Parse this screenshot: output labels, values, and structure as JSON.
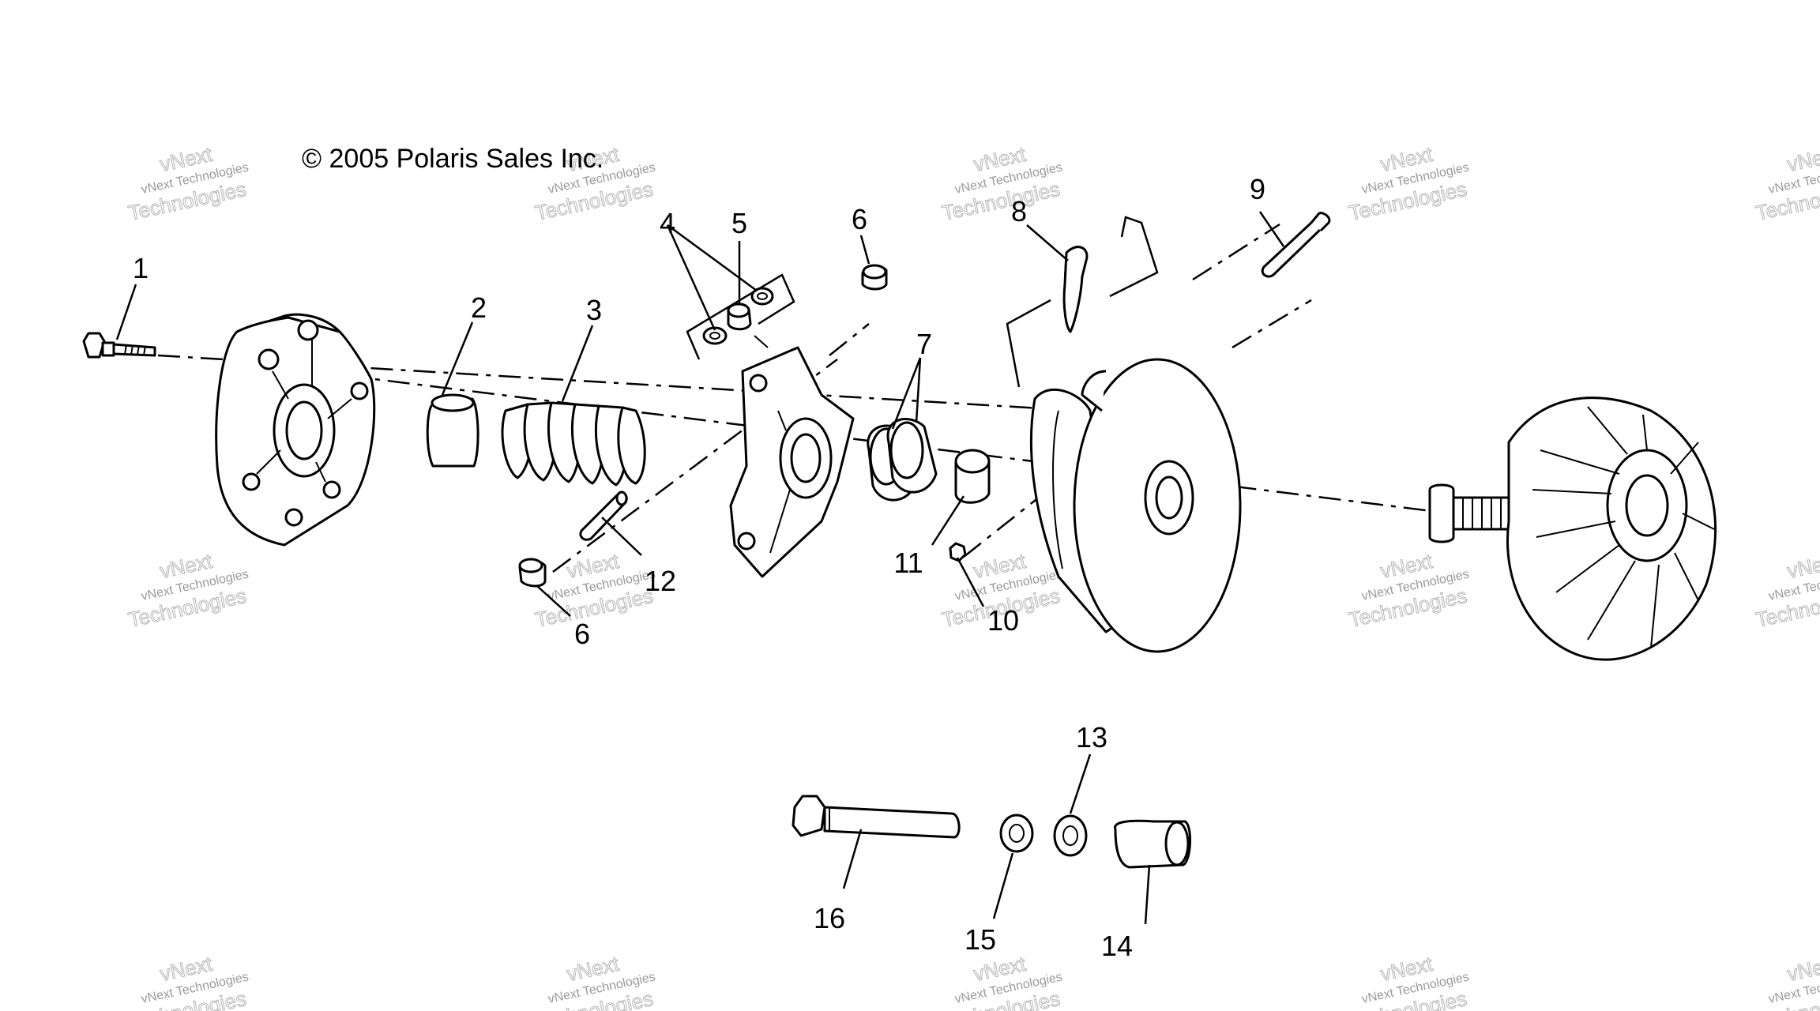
{
  "copyright": "© 2005 Polaris Sales Inc.",
  "watermark": {
    "line1": "vNext Technologies",
    "line2": "Technologies",
    "line3": "vNext"
  },
  "callouts": [
    "1",
    "2",
    "3",
    "4",
    "5",
    "6",
    "6",
    "7",
    "8",
    "9",
    "10",
    "11",
    "12",
    "13",
    "14",
    "15",
    "16"
  ]
}
